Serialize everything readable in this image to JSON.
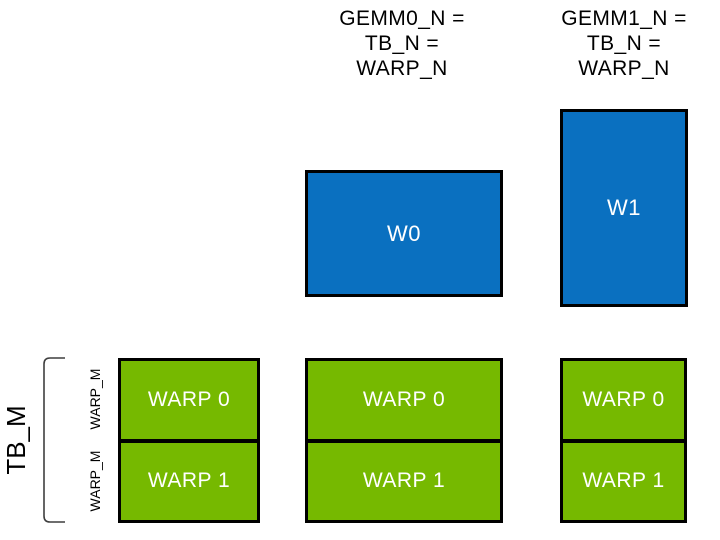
{
  "colors": {
    "tile_blue": "#0a70c0",
    "tile_green": "#76b900",
    "box_border": "#000000",
    "bracket_line": "#3f3f3f",
    "dark_text": "#000000",
    "light_text": "#ffffff"
  },
  "column_headers": [
    {
      "text": "GEMM0_N =\nTB_N =\nWARP_N"
    },
    {
      "text": "GEMM1_N =\nTB_N =\nWARP_N"
    }
  ],
  "blue_tiles": [
    {
      "label": "W0"
    },
    {
      "label": "W1"
    }
  ],
  "warp_columns": [
    {
      "cells": [
        {
          "label": "WARP 0"
        },
        {
          "label": "WARP 1"
        }
      ]
    },
    {
      "cells": [
        {
          "label": "WARP 0"
        },
        {
          "label": "WARP 1"
        }
      ]
    },
    {
      "cells": [
        {
          "label": "WARP 0"
        },
        {
          "label": "WARP 1"
        }
      ]
    }
  ],
  "side_annotations": {
    "tb_m": "TB_M",
    "warp_m_top": "WARP_M",
    "warp_m_bottom": "WARP_M"
  }
}
